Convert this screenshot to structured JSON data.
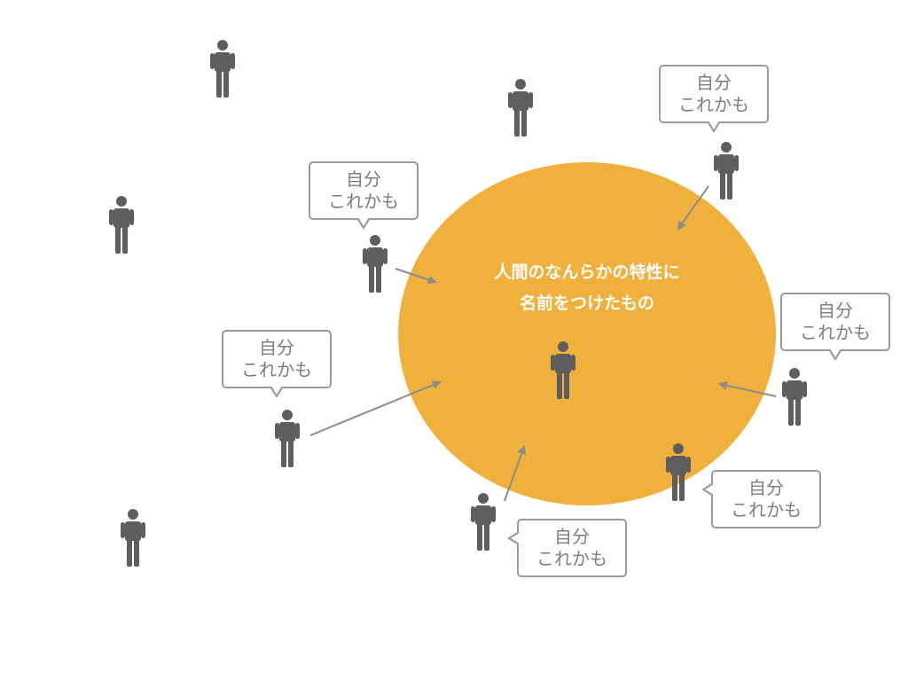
{
  "circle": {
    "line1": "人間のなんらかの特性に",
    "line2": "名前をつけたもの",
    "color": "#F0B03C"
  },
  "bubble": {
    "line1": "自分",
    "line2": "これかも"
  },
  "colors": {
    "person": "#5E5E5E",
    "arrow": "#8C8C8C",
    "bubble_border": "#9A9A9A",
    "bubble_text": "#7E7E7E"
  },
  "icons": [
    "person-icon",
    "arrow"
  ]
}
